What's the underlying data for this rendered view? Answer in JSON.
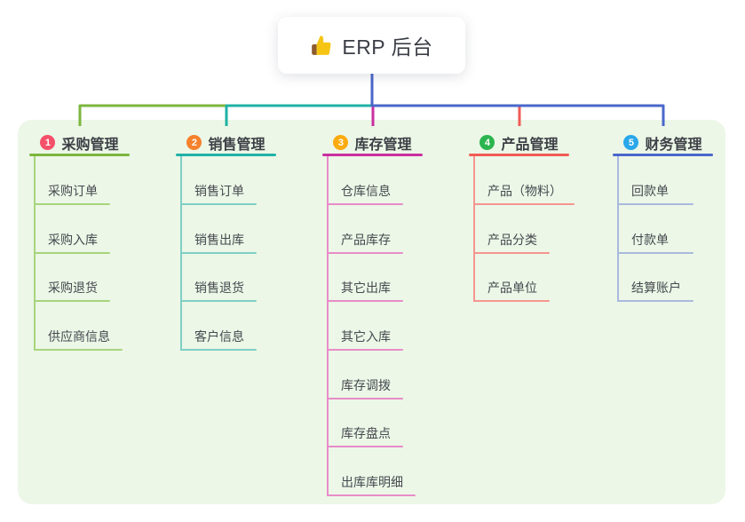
{
  "root": {
    "title": "ERP 后台",
    "icon": "thumbs-up-icon"
  },
  "branches": [
    {
      "number": "1",
      "label": "采购管理",
      "badge_color": "#f4506a",
      "line_color": "#7db63d",
      "sub_line_color": "#a7d57d",
      "children": [
        "采购订单",
        "采购入库",
        "采购退货",
        "供应商信息"
      ]
    },
    {
      "number": "2",
      "label": "销售管理",
      "badge_color": "#f6812c",
      "line_color": "#1fb2a6",
      "sub_line_color": "#7fcfc4",
      "children": [
        "销售订单",
        "销售出库",
        "销售退货",
        "客户信息"
      ]
    },
    {
      "number": "3",
      "label": "库存管理",
      "badge_color": "#fbab10",
      "line_color": "#ca2fa0",
      "sub_line_color": "#e88cc9",
      "children": [
        "仓库信息",
        "产品库存",
        "其它出库",
        "其它入库",
        "库存调拨",
        "库存盘点",
        "出库库明细"
      ]
    },
    {
      "number": "4",
      "label": "产品管理",
      "badge_color": "#2cb54e",
      "line_color": "#f15b55",
      "sub_line_color": "#f5958f",
      "children": [
        "产品（物料）",
        "产品分类",
        "产品单位"
      ]
    },
    {
      "number": "5",
      "label": "财务管理",
      "badge_color": "#29a7ea",
      "line_color": "#4a67cb",
      "sub_line_color": "#aab9de",
      "children": [
        "回款单",
        "付款单",
        "结算账户"
      ]
    }
  ],
  "colors": {
    "panel_bg": "#ecf7e7",
    "text": "#3c3f45"
  }
}
